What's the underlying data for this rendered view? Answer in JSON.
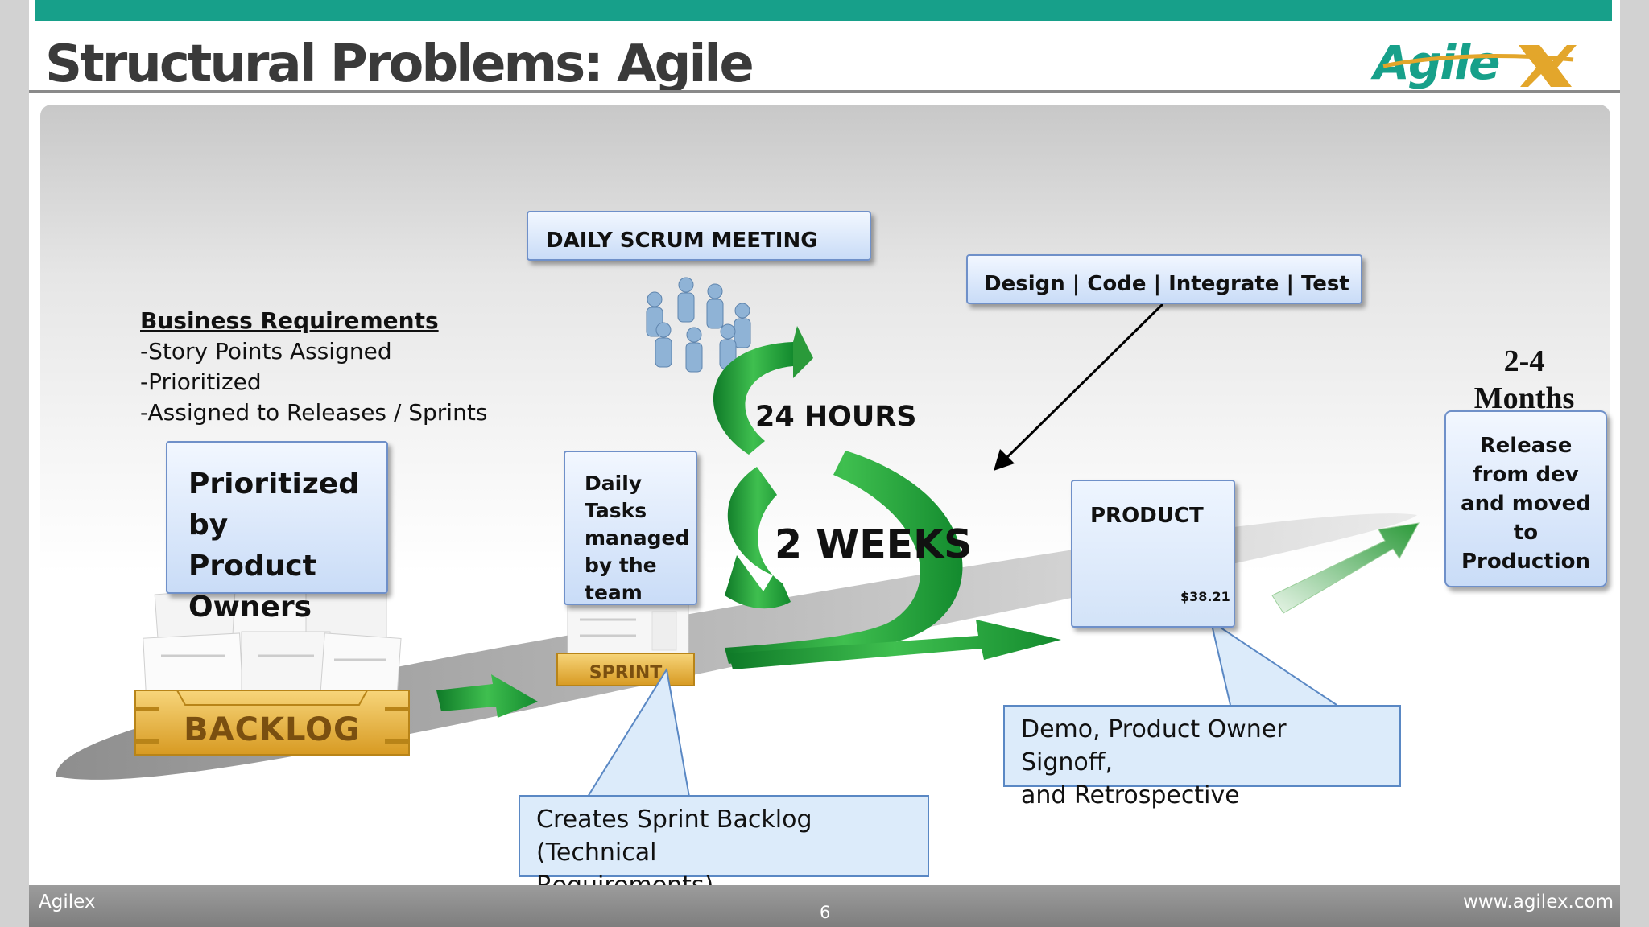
{
  "slide": {
    "title": "Structural Problems: Agile",
    "brand_logo": "Agilex",
    "footer_left": "Agilex",
    "footer_right": "www.agilex.com",
    "page_number": "6"
  },
  "business_requirements": {
    "heading": "Business Requirements",
    "items": [
      "-Story Points Assigned",
      "-Prioritized",
      "-Assigned to Releases / Sprints"
    ]
  },
  "prioritized_box": {
    "line1": "Prioritized by",
    "line2": "Product",
    "line3": "Owners"
  },
  "backlog_label": "BACKLOG",
  "daily_tasks": {
    "lines": [
      "Daily",
      "Tasks",
      "managed",
      "by the",
      "team"
    ]
  },
  "sprint_label": "SPRINT",
  "daily_scrum": "DAILY SCRUM MEETING",
  "cycle_labels": {
    "short": "24 HOURS",
    "long": "2 WEEKS"
  },
  "design_box": "Design | Code | Integrate | Test",
  "product": {
    "label": "PRODUCT",
    "price": "$38.21"
  },
  "release": {
    "time_line1": "2-4",
    "time_line2": "Months",
    "lines": [
      "Release",
      "from dev",
      "and moved",
      "to",
      "Production"
    ]
  },
  "callouts": {
    "sprint_backlog": {
      "line1": "Creates Sprint Backlog (Technical",
      "line2": "Requirements)"
    },
    "demo": {
      "line1": "Demo, Product Owner Signoff,",
      "line2": "and Retrospective"
    }
  },
  "colors": {
    "accent": "#17a08a",
    "arrow_green": "#2a9a3a",
    "box_blue": "#c9dcf7",
    "callout_blue": "#dcebfa",
    "backlog_gold": "#e8b53a"
  }
}
